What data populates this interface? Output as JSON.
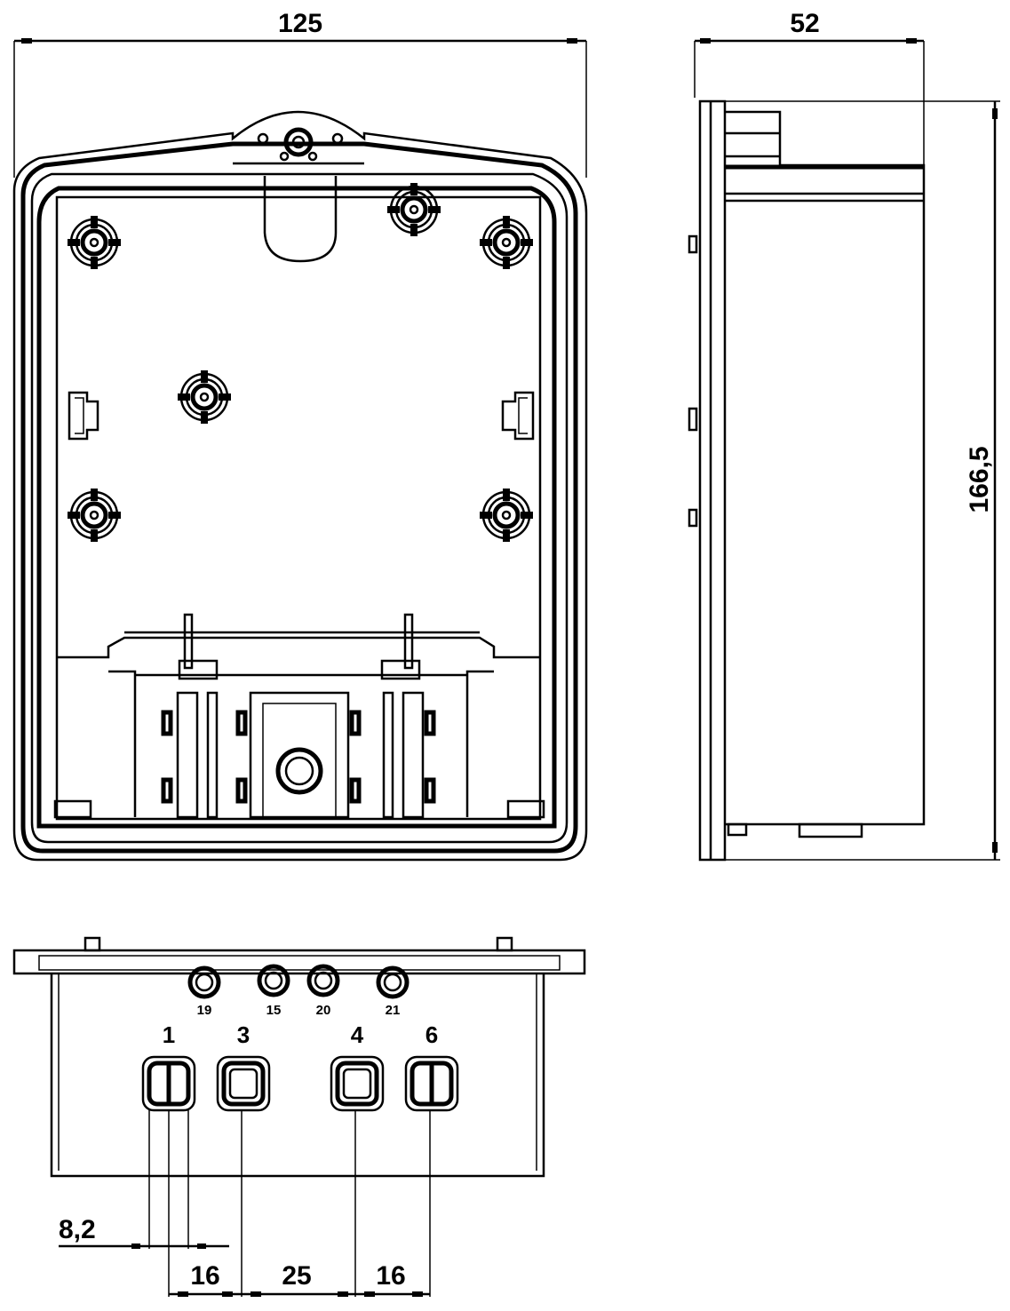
{
  "front_view": {
    "width_dim": "125"
  },
  "side_view": {
    "depth_dim": "52",
    "height_dim": "166,5"
  },
  "bottom_view": {
    "small_holes": [
      "19",
      "15",
      "20",
      "21"
    ],
    "terminals": [
      "1",
      "3",
      "4",
      "6"
    ],
    "offset_dim": "8,2",
    "spacing_dims": [
      "16",
      "25",
      "16"
    ]
  }
}
